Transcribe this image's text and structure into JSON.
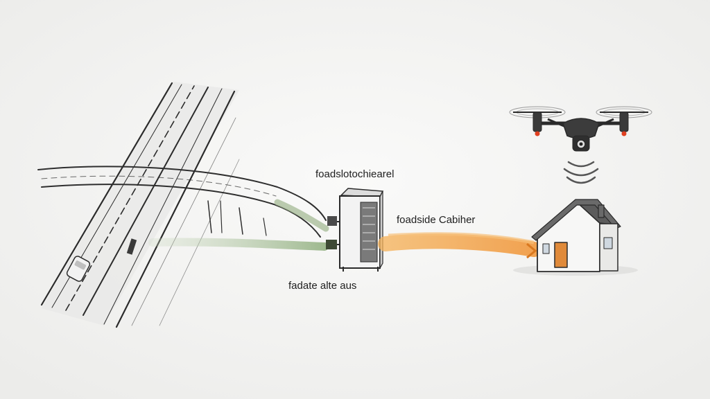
{
  "labels": {
    "top": "foadslotochiearel",
    "right": "foadside Cabiher",
    "bottom": "fadate alte aus"
  },
  "colors": {
    "ink": "#2a2a2a",
    "orange_flow": "#f0a040",
    "green_flow": "#9fb68e",
    "door": "#e08a3a",
    "drone_light": "#e04020"
  },
  "icons": [
    "highway-sketch",
    "cabinet-icon",
    "house-icon",
    "drone-icon",
    "signal-waves-icon"
  ]
}
